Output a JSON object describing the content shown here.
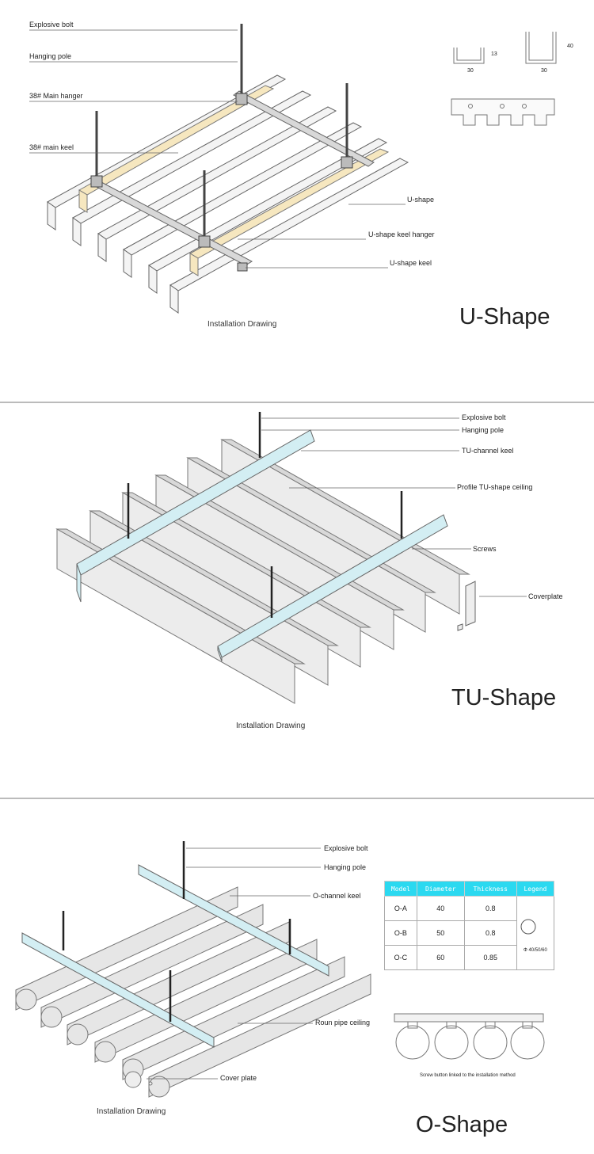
{
  "u_shape": {
    "labels": {
      "explosive_bolt": "Explosive bolt",
      "hanging_pole": "Hanging pole",
      "main_hanger": "38# Main hanger",
      "main_keel": "38# main keel",
      "u_shape": "U-shape",
      "keel_hanger": "U-shape keel hanger",
      "u_keel": "U-shape keel"
    },
    "dims": {
      "d13": "13",
      "d30a": "30",
      "d40": "40",
      "d30b": "30"
    },
    "caption": "Installation Drawing",
    "title": "U-Shape"
  },
  "tu_shape": {
    "labels": {
      "explosive_bolt": "Explosive bolt",
      "hanging_pole": "Hanging pole",
      "channel_keel": "TU-channel keel",
      "profile": "Profile TU-shape ceiling",
      "screws": "Screws",
      "coverplate": "Coverplate"
    },
    "caption": "Installation Drawing",
    "title": "TU-Shape"
  },
  "o_shape": {
    "labels": {
      "explosive_bolt": "Explosive bolt",
      "hanging_pole": "Hanging pole",
      "channel_keel": "O-channel keel",
      "pipe": "Roun pipe ceiling",
      "cover": "Cover plate"
    },
    "table": {
      "headers": [
        "Model",
        "Diameter",
        "Thickness",
        "Legend"
      ],
      "rows": [
        {
          "model": "O-A",
          "diameter": "40",
          "thickness": "0.8"
        },
        {
          "model": "O-B",
          "diameter": "50",
          "thickness": "0.8"
        },
        {
          "model": "O-C",
          "diameter": "60",
          "thickness": "0.85"
        }
      ],
      "legend_text": "Φ 40/50/60"
    },
    "screw_note": "Screw button linked to the installation method",
    "caption": "Installation Drawing",
    "title": "O-Shape"
  }
}
